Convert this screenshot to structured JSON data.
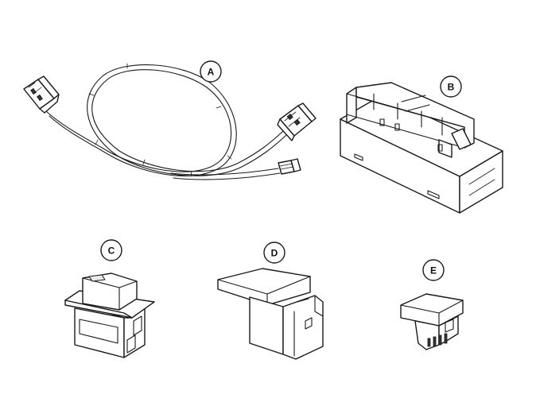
{
  "callouts": {
    "a": "A",
    "b": "B",
    "c": "C",
    "d": "D",
    "e": "E"
  },
  "colors": {
    "line": "#1a1a1a",
    "background": "#ffffff"
  }
}
